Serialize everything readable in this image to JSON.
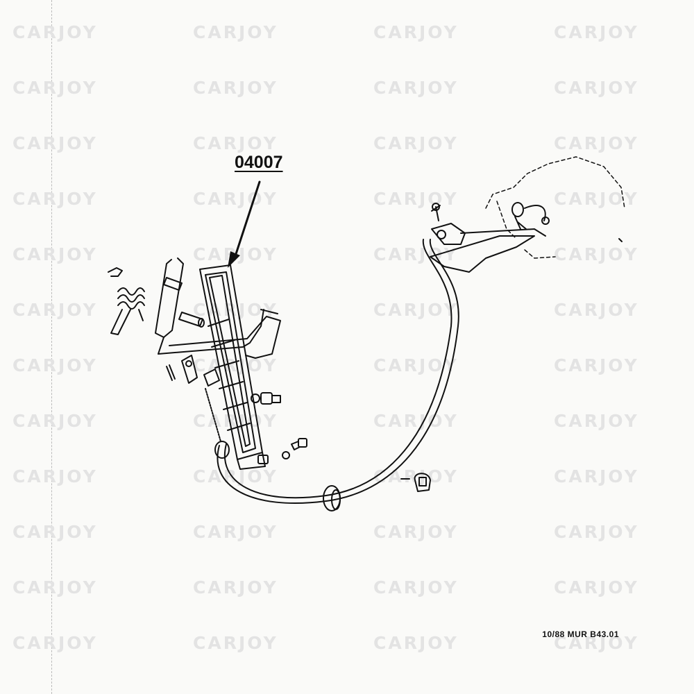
{
  "watermark": {
    "text": "CARJOY"
  },
  "diagram": {
    "part_number": "04007",
    "footer_reference": "10/88  MUR  B43.01"
  },
  "colors": {
    "line": "#111111",
    "watermark": "#e3e3e3",
    "paper": "#fafaf8"
  }
}
